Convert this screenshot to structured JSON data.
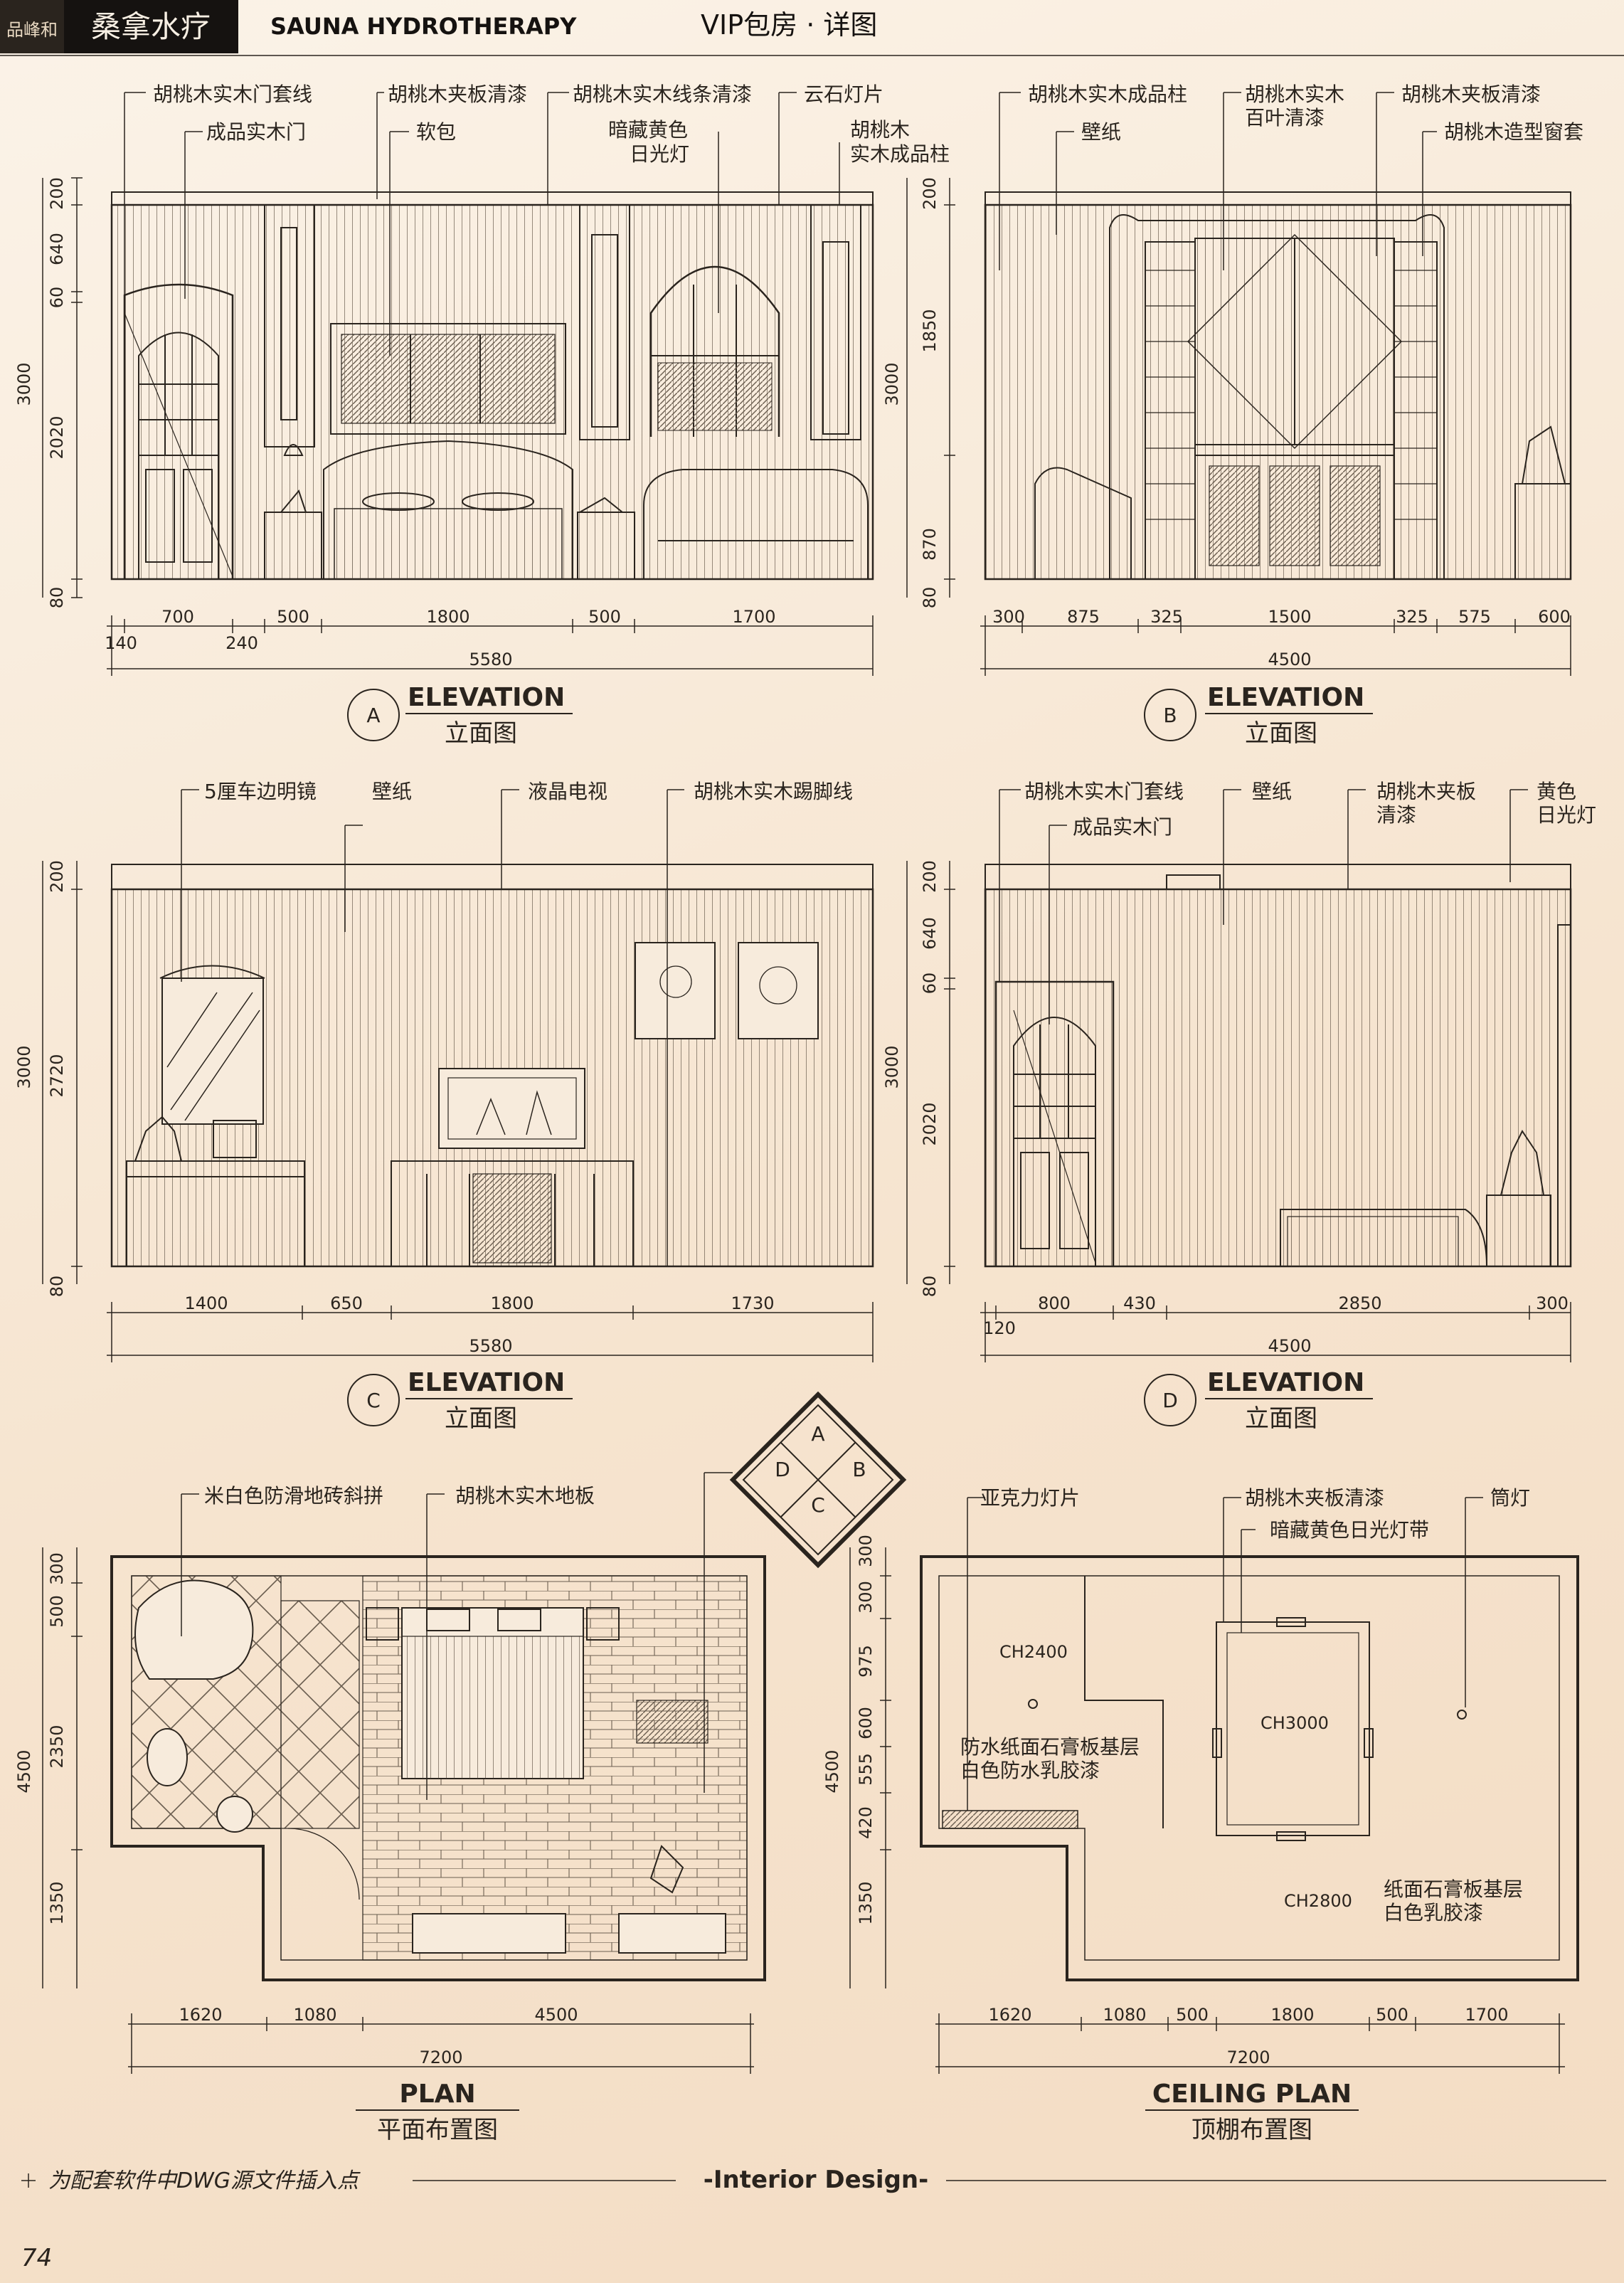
{
  "header": {
    "logo_text": "品峰和",
    "brand_cn": "桑拿水疗",
    "brand_en": "SAUNA HYDROTHERAPY",
    "title": "VIP包房 · 详图"
  },
  "elevation_a": {
    "letter": "A",
    "title_en": "ELEVATION",
    "title_cn": "立面图",
    "labels": [
      "胡桃木实木门套线",
      "成品实木门",
      "胡桃木夹板清漆",
      "软包",
      "胡桃木实木线条清漆",
      "暗藏黄色",
      "日光灯",
      "云石灯片",
      "胡桃木",
      "实木成品柱"
    ],
    "v_dims": [
      "200",
      "640",
      "60",
      "2020",
      "80",
      "3000"
    ],
    "h_dims": [
      "700",
      "500",
      "1800",
      "500",
      "1700"
    ],
    "h_dims_sub": [
      "140",
      "240"
    ],
    "total": "5580"
  },
  "elevation_b": {
    "letter": "B",
    "title_en": "ELEVATION",
    "title_cn": "立面图",
    "labels": [
      "胡桃木实木成品柱",
      "壁纸",
      "胡桃木实木",
      "百叶清漆",
      "胡桃木夹板清漆",
      "胡桃木造型窗套"
    ],
    "v_dims": [
      "200",
      "1850",
      "870",
      "80",
      "3000"
    ],
    "h_dims": [
      "300",
      "875",
      "325",
      "1500",
      "325",
      "575",
      "600"
    ],
    "total": "4500"
  },
  "elevation_c": {
    "letter": "C",
    "title_en": "ELEVATION",
    "title_cn": "立面图",
    "labels": [
      "5厘车边明镜",
      "壁纸",
      "液晶电视",
      "胡桃木实木踢脚线"
    ],
    "v_dims": [
      "200",
      "2720",
      "80",
      "3000"
    ],
    "h_dims": [
      "1400",
      "650",
      "1800",
      "1730"
    ],
    "total": "5580"
  },
  "elevation_d": {
    "letter": "D",
    "title_en": "ELEVATION",
    "title_cn": "立面图",
    "labels": [
      "胡桃木实木门套线",
      "成品实木门",
      "壁纸",
      "胡桃木夹板",
      "清漆",
      "黄色",
      "日光灯"
    ],
    "v_dims": [
      "200",
      "640",
      "60",
      "2020",
      "80",
      "3000"
    ],
    "h_dims": [
      "800",
      "430",
      "2850",
      "300"
    ],
    "h_dims_sub": [
      "120"
    ],
    "total": "4500"
  },
  "compass": {
    "letters": [
      "A",
      "B",
      "C",
      "D"
    ]
  },
  "plan": {
    "title_en": "PLAN",
    "title_cn": "平面布置图",
    "labels": [
      "米白色防滑地砖斜拼",
      "胡桃木实木地板"
    ],
    "v_dims": [
      "300",
      "500",
      "2350",
      "1350",
      "4500"
    ],
    "h_dims": [
      "1620",
      "1080",
      "4500"
    ],
    "total": "7200"
  },
  "ceiling": {
    "title_en": "CEILING PLAN",
    "title_cn": "顶棚布置图",
    "labels": [
      "亚克力灯片",
      "胡桃木夹板清漆",
      "筒灯",
      "暗藏黄色日光灯带"
    ],
    "heights": [
      "CH2400",
      "CH3000",
      "CH2800"
    ],
    "notes": [
      "防水纸面石膏板基层",
      "白色防水乳胶漆",
      "纸面石膏板基层",
      "白色乳胶漆"
    ],
    "v_dims": [
      "300",
      "300",
      "975",
      "600",
      "555",
      "420",
      "1350",
      "4500"
    ],
    "h_dims": [
      "1620",
      "1080",
      "500",
      "1800",
      "500",
      "1700"
    ],
    "total": "7200"
  },
  "footer": {
    "note": "为配套软件中DWG源文件插入点",
    "center": "-Interior Design-",
    "page_number": "74"
  },
  "colors": {
    "ink": "#2a241e",
    "bg_light": "#fbf3e8",
    "bg_dark": "#f3dcc3",
    "header_black": "#151210"
  }
}
